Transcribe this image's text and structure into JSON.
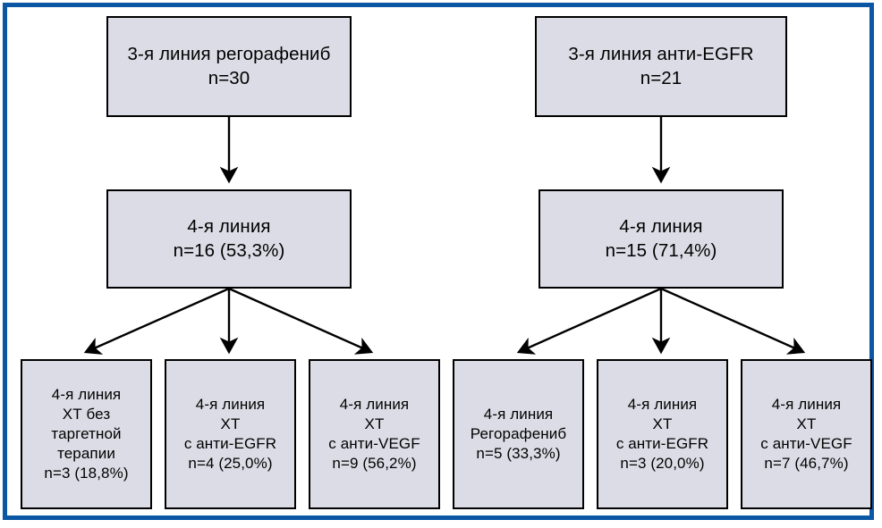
{
  "figure": {
    "type": "flowchart",
    "frame_color": "#0b57a4",
    "node_fill": "#dcdce6",
    "node_border": "#000000",
    "arrow_color": "#000000"
  },
  "nodes": {
    "top_left": {
      "lines": [
        "3-я линия регорафениб",
        "n=30"
      ]
    },
    "top_right": {
      "lines": [
        "3-я линия анти-EGFR",
        "n=21"
      ]
    },
    "mid_left": {
      "lines": [
        "4-я линия",
        "n=16 (53,3%)"
      ]
    },
    "mid_right": {
      "lines": [
        "4-я линия",
        "n=15 (71,4%)"
      ]
    },
    "leaf_1": {
      "lines": [
        "4-я линия",
        "ХТ без",
        "таргетной",
        "терапии",
        "n=3 (18,8%)"
      ]
    },
    "leaf_2": {
      "lines": [
        "4-я линия",
        "ХТ",
        "с анти-EGFR",
        "n=4 (25,0%)"
      ]
    },
    "leaf_3": {
      "lines": [
        "4-я линия",
        "ХТ",
        "с анти-VEGF",
        "n=9 (56,2%)"
      ]
    },
    "leaf_4": {
      "lines": [
        "4-я линия",
        "Регорафениб",
        "n=5 (33,3%)"
      ]
    },
    "leaf_5": {
      "lines": [
        "4-я линия",
        "ХТ",
        "с анти-EGFR",
        "n=3 (20,0%)"
      ]
    },
    "leaf_6": {
      "lines": [
        "4-я линия",
        "ХТ",
        "с анти-VEGF",
        "n=7 (46,7%)"
      ]
    }
  }
}
